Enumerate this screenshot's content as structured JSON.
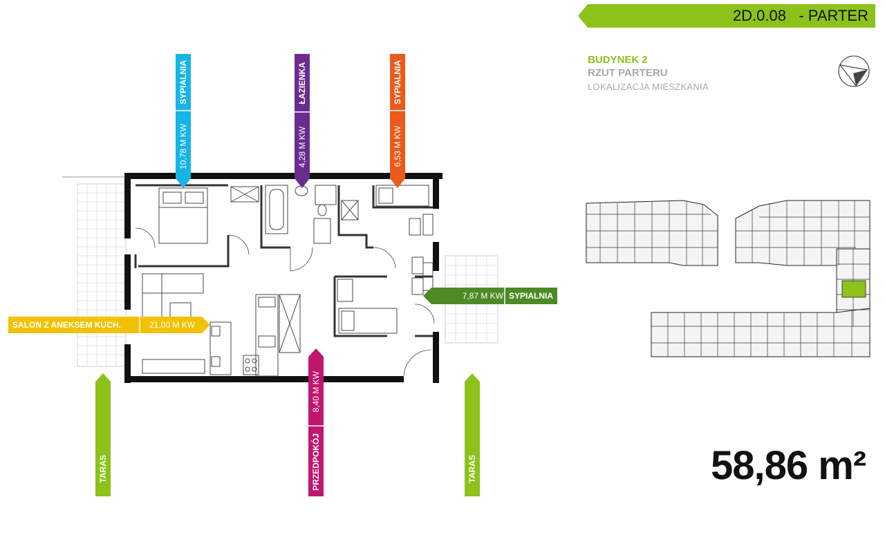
{
  "header": {
    "unit_code": "2D.0.08",
    "floor_suffix": " - PARTER",
    "color": "#8cc21a"
  },
  "location": {
    "building": "BUDYNEK 2",
    "plan": "RZUT PARTERU",
    "caption": "LOKALIZACJA MIESZKANIA"
  },
  "total_area": "58,86 m²",
  "rooms": {
    "bedroom_1": {
      "name": "SYPIALNIA",
      "area": "10,78 M KW",
      "color": "#17b4e6"
    },
    "bathroom": {
      "name": "ŁAZIENKA",
      "area": "4,28 M KW",
      "color": "#6a2d8f"
    },
    "bedroom_2": {
      "name": "SYPIALNIA",
      "area": "6,53 M KW",
      "color": "#ea5a1a"
    },
    "bedroom_3": {
      "name": "SYPIALNIA",
      "area": "7,87 M KW",
      "color": "#4d8a24"
    },
    "living": {
      "name": "SALON Z ANEKSEM KUCH.",
      "area": "21,00 M KW",
      "color": "#f2c200"
    },
    "hallway": {
      "name": "PRZEDPOKÓJ",
      "area": "8,40 M KW",
      "color": "#c0166f"
    },
    "terrace_left": {
      "name": "TARAS",
      "color": "#8cc21a"
    },
    "terrace_right": {
      "name": "TARAS",
      "color": "#8cc21a"
    }
  },
  "icons": {
    "compass": "compass-icon",
    "key_plan": "building-key-plan"
  }
}
